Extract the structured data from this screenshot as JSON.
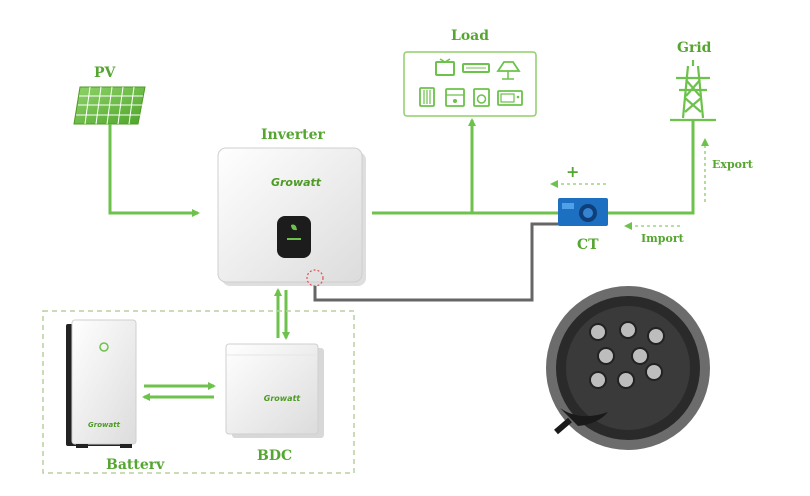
{
  "labels": {
    "pv": "PV",
    "load": "Load",
    "grid": "Grid",
    "inverter": "Inverter",
    "ct": "CT",
    "plus": "+",
    "export": "Export",
    "import": "Import",
    "battery": "Batterv",
    "bdc": "BDC"
  },
  "brand": {
    "inverter": "Growatt",
    "battery": "Growatt",
    "bdc": "Growatt"
  },
  "colors": {
    "accent": "#6cc24a",
    "label": "#55a630",
    "cable": "#666666",
    "dashed_box": "#b7cf9f",
    "marker": "#e05050"
  }
}
